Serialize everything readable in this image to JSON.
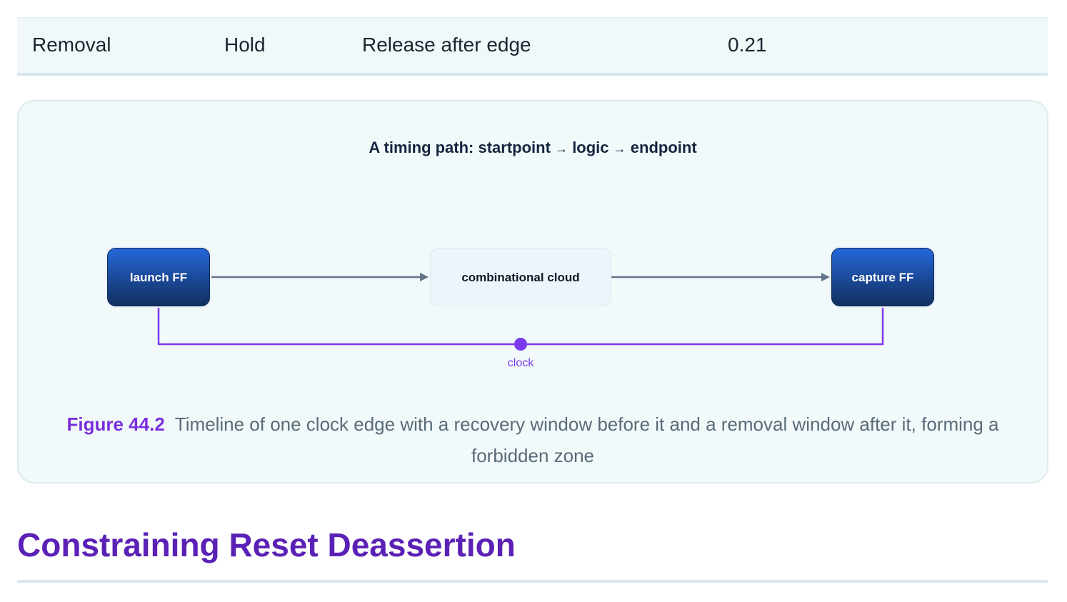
{
  "table": {
    "row": {
      "col1": "Removal",
      "col2": "Hold",
      "col3": "Release after edge",
      "col4": "0.21"
    }
  },
  "figure": {
    "title_part1": "A timing path: startpoint",
    "title_arrow1": "→",
    "title_part2": "logic",
    "title_arrow2": "→",
    "title_part3": "endpoint",
    "nodes": {
      "launch": "launch FF",
      "cloud": "combinational cloud",
      "capture": "capture FF"
    },
    "clock_label": "clock",
    "caption_number": "Figure 44.2",
    "caption_text": "Timeline of one clock edge with a recovery window before it and a removal window after it, forming a forbidden zone",
    "colors": {
      "ff_top": "#2466d8",
      "ff_bottom": "#12305f",
      "arrow": "#64748b",
      "clock": "#7c3aed",
      "heading": "#5b21b6"
    }
  },
  "section": {
    "heading": "Constraining Reset Deassertion"
  }
}
